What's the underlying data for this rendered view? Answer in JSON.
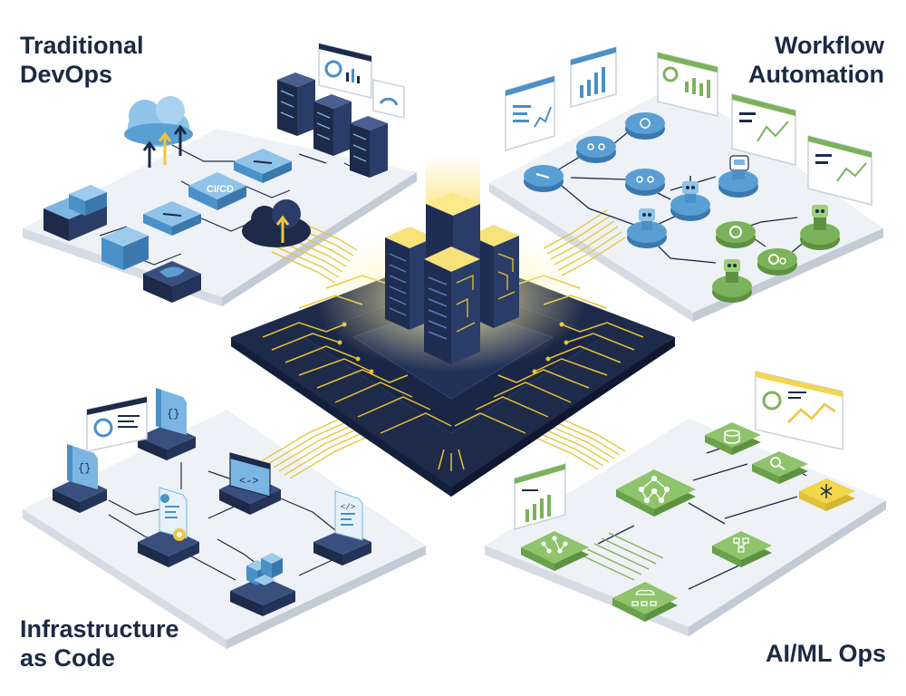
{
  "quadrants": {
    "top_left": {
      "title_line1": "Traditional",
      "title_line2": "DevOps",
      "cicd_label": "CI/CD"
    },
    "top_right": {
      "title_line1": "Workflow",
      "title_line2": "Automation"
    },
    "bottom_left": {
      "title_line1": "Infrastructure",
      "title_line2": "as Code"
    },
    "bottom_right": {
      "title_line1": "AI/ML Ops"
    }
  },
  "colors": {
    "title": "#1b2a44",
    "platform": "#e9edf3",
    "navy": "#1d2a4a",
    "blue": "#4a90c9",
    "green": "#7cb35a",
    "gold": "#f0c53d",
    "yellow_node": "#f2d64b"
  },
  "icons": [
    "cloud-upload-icon",
    "server-icon",
    "container-icon",
    "docker-whale-icon",
    "robot-icon",
    "gear-icon",
    "code-file-icon",
    "neural-network-icon",
    "dashboard-chart-icon",
    "cpu-chip-icon"
  ]
}
